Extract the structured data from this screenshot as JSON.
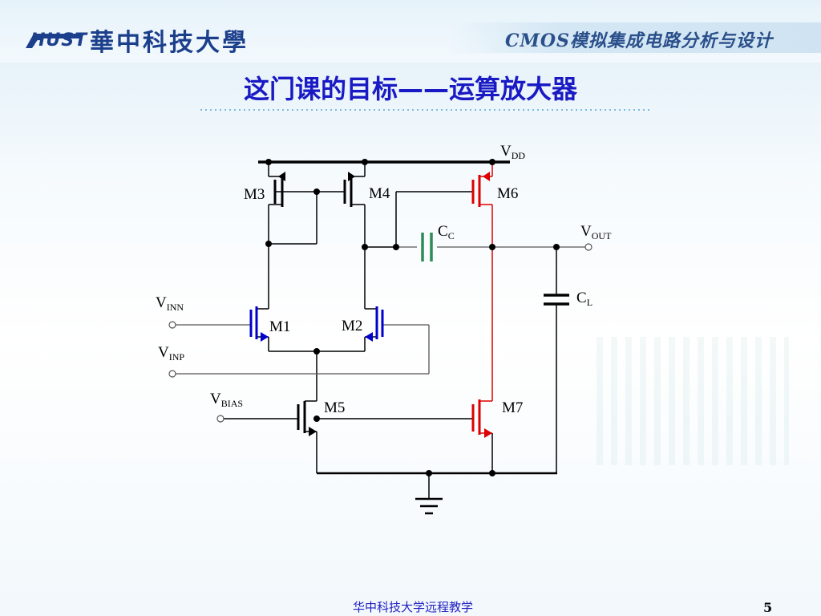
{
  "header": {
    "logo": "HUST",
    "university": "華中科技大學",
    "course": "CMOS模拟集成电路分析与设计"
  },
  "slide": {
    "title": "这门课的目标——运算放大器"
  },
  "circuit": {
    "transistors": [
      "M1",
      "M2",
      "M3",
      "M4",
      "M5",
      "M6",
      "M7"
    ],
    "nodes": {
      "vdd": {
        "main": "V",
        "sub": "DD"
      },
      "vout": {
        "main": "V",
        "sub": "OUT"
      },
      "vinn": {
        "main": "V",
        "sub": "INN"
      },
      "vinp": {
        "main": "V",
        "sub": "INP"
      },
      "vbias": {
        "main": "V",
        "sub": "BIAS"
      }
    },
    "capacitors": {
      "cc": {
        "main": "C",
        "sub": "C"
      },
      "cl": {
        "main": "C",
        "sub": "L"
      }
    },
    "colors": {
      "wire": "#000000",
      "input_pair": "#0000cc",
      "output_stage": "#dd0000",
      "comp_cap": "#2e8b57",
      "gray_wire": "#555555"
    }
  },
  "footer": {
    "text": "华中科技大学远程教学",
    "page": "5"
  }
}
